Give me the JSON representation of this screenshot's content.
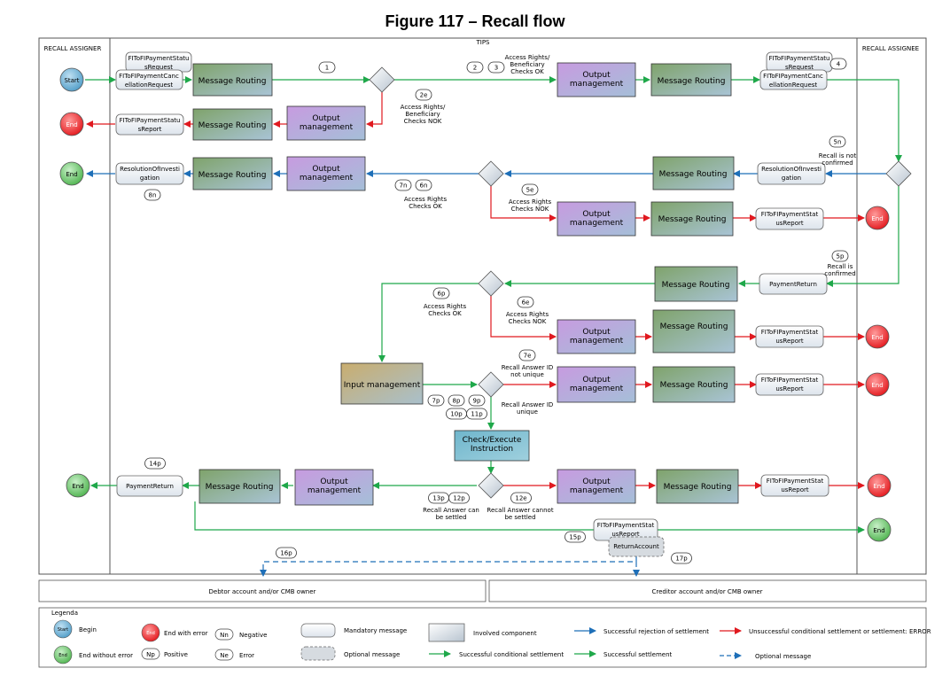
{
  "title": "Figure 117 – Recall flow",
  "lanes": {
    "left": "RECALL ASSIGNER",
    "center": "TIPS",
    "right": "RECALL ASSIGNEE"
  },
  "nodes": {
    "start": "Start",
    "end_err_1": "End",
    "end_ok_1": "End",
    "end_err_2": "End",
    "end_err_3": "End",
    "end_err_4": "End",
    "end_ok_2": "End",
    "end_err_5": "End",
    "end_ok_3": "End",
    "msg_status_request_a": "FIToFIPaymentStatusRequest",
    "msg_cancellation_a": "FIToFIPaymentCancellationRequest",
    "msg_status_request_b": "FIToFIPaymentStatusRequest",
    "msg_cancellation_b": "FIToFIPaymentCancellationRequest",
    "msg_status_report_left": "FIToFIPaymentStatusReport",
    "msg_resolution_left": "ResolutionOfInvestigation",
    "msg_resolution_right": "ResolutionOfInvestigation",
    "msg_status_report_r1": "FIToFIPaymentStatusReport",
    "msg_payment_return_right": "PaymentReturn",
    "msg_status_report_r2": "FIToFIPaymentStatusReport",
    "msg_status_report_r3": "FIToFIPaymentStatusReport",
    "msg_payment_return_left": "PaymentReturn",
    "msg_status_report_r4": "FIToFIPaymentStatusReport",
    "msg_status_report_bottom": "FIToFIPaymentStatusReport",
    "msg_return_account": "ReturnAccount",
    "mr_1": "Message Routing",
    "mr_2": "Message Routing",
    "mr_3": "Message Routing",
    "mr_4": "Message Routing",
    "mr_5": "Message Routing",
    "mr_6": "Message Routing",
    "mr_7": "Message Routing",
    "mr_8": "Message Routing",
    "mr_9": "Message Routing",
    "mr_10": "Message Routing",
    "mr_11": "Message Routing",
    "om_1": "Output management",
    "om_2": "Output management",
    "om_3": "Output management",
    "om_4": "Output management",
    "om_5": "Output management",
    "om_6": "Output management",
    "om_7": "Output management",
    "om_8": "Output management",
    "input_mgmt": "Input management",
    "check_execute": "Check/Execute Instruction"
  },
  "steps": {
    "s1": "1",
    "s2": "2",
    "s3": "3",
    "s4": "4",
    "s2e": "2e",
    "s5n": "5n",
    "s5e": "5e",
    "s5p": "5p",
    "s6n": "6n",
    "s7n": "7n",
    "s8n": "8n",
    "s6p": "6p",
    "s6e": "6e",
    "s7e": "7e",
    "s7p": "7p",
    "s8p": "8p",
    "s9p": "9p",
    "s10p": "10p",
    "s11p": "11p",
    "s12e": "12e",
    "s12p": "12p",
    "s13p": "13p",
    "s14p": "14p",
    "s15p": "15p",
    "s16p": "16p",
    "s17p": "17p"
  },
  "labels": {
    "access_ok_ben": "Access Rights/ Beneficiary Checks OK",
    "access_nok_ben": "Access Rights/ Beneficiary Checks NOK",
    "recall_not_confirmed": "Recall is not confirmed",
    "access_ok_n": "Access Rights Checks OK",
    "access_nok_e": "Access Rights Checks NOK",
    "recall_confirmed": "Recall is confirmed",
    "access_ok_p": "Access Rights Checks OK",
    "access_nok_6e": "Access Rights Checks NOK",
    "recall_id_not_unique": "Recall Answer ID not unique",
    "recall_id_unique": "Recall Answer ID unique",
    "can_be_settled": "Recall Answer can be settled",
    "cannot_be_settled": "Recall Answer cannot be settled"
  },
  "accounts": {
    "debtor": "Debtor account and/or CMB owner",
    "creditor": "Creditor account and/or CMB owner"
  },
  "legend": {
    "title": "Legenda",
    "begin_symbol": "Start",
    "begin": "Begin",
    "end_ok_symbol": "End",
    "end_ok": "End without error",
    "end_err_symbol": "End",
    "end_err": "End with error",
    "positive_symbol": "Np",
    "positive": "Positive",
    "negative_symbol": "Nn",
    "negative": "Negative",
    "error_symbol": "Ne",
    "error": "Error",
    "mandatory": "Mandatory message",
    "optional": "Optional message",
    "involved": "Involved component",
    "succ_cond": "Successful conditional settlement",
    "succ_reject": "Successful rejection of settlement",
    "succ_settle": "Successful settlement",
    "unsucc": "Unsuccessful conditional settlement or settlement: ERROR",
    "opt_msg": "Optional message"
  },
  "colors": {
    "green_arrow": "#1fa84a",
    "red_arrow": "#e0191f",
    "blue_arrow": "#1e6fb8",
    "message_routing": "#8fae7f",
    "output_management": "#b89cd0",
    "input_management": "#cbb27a",
    "check_execute": "#7ec0d3"
  }
}
